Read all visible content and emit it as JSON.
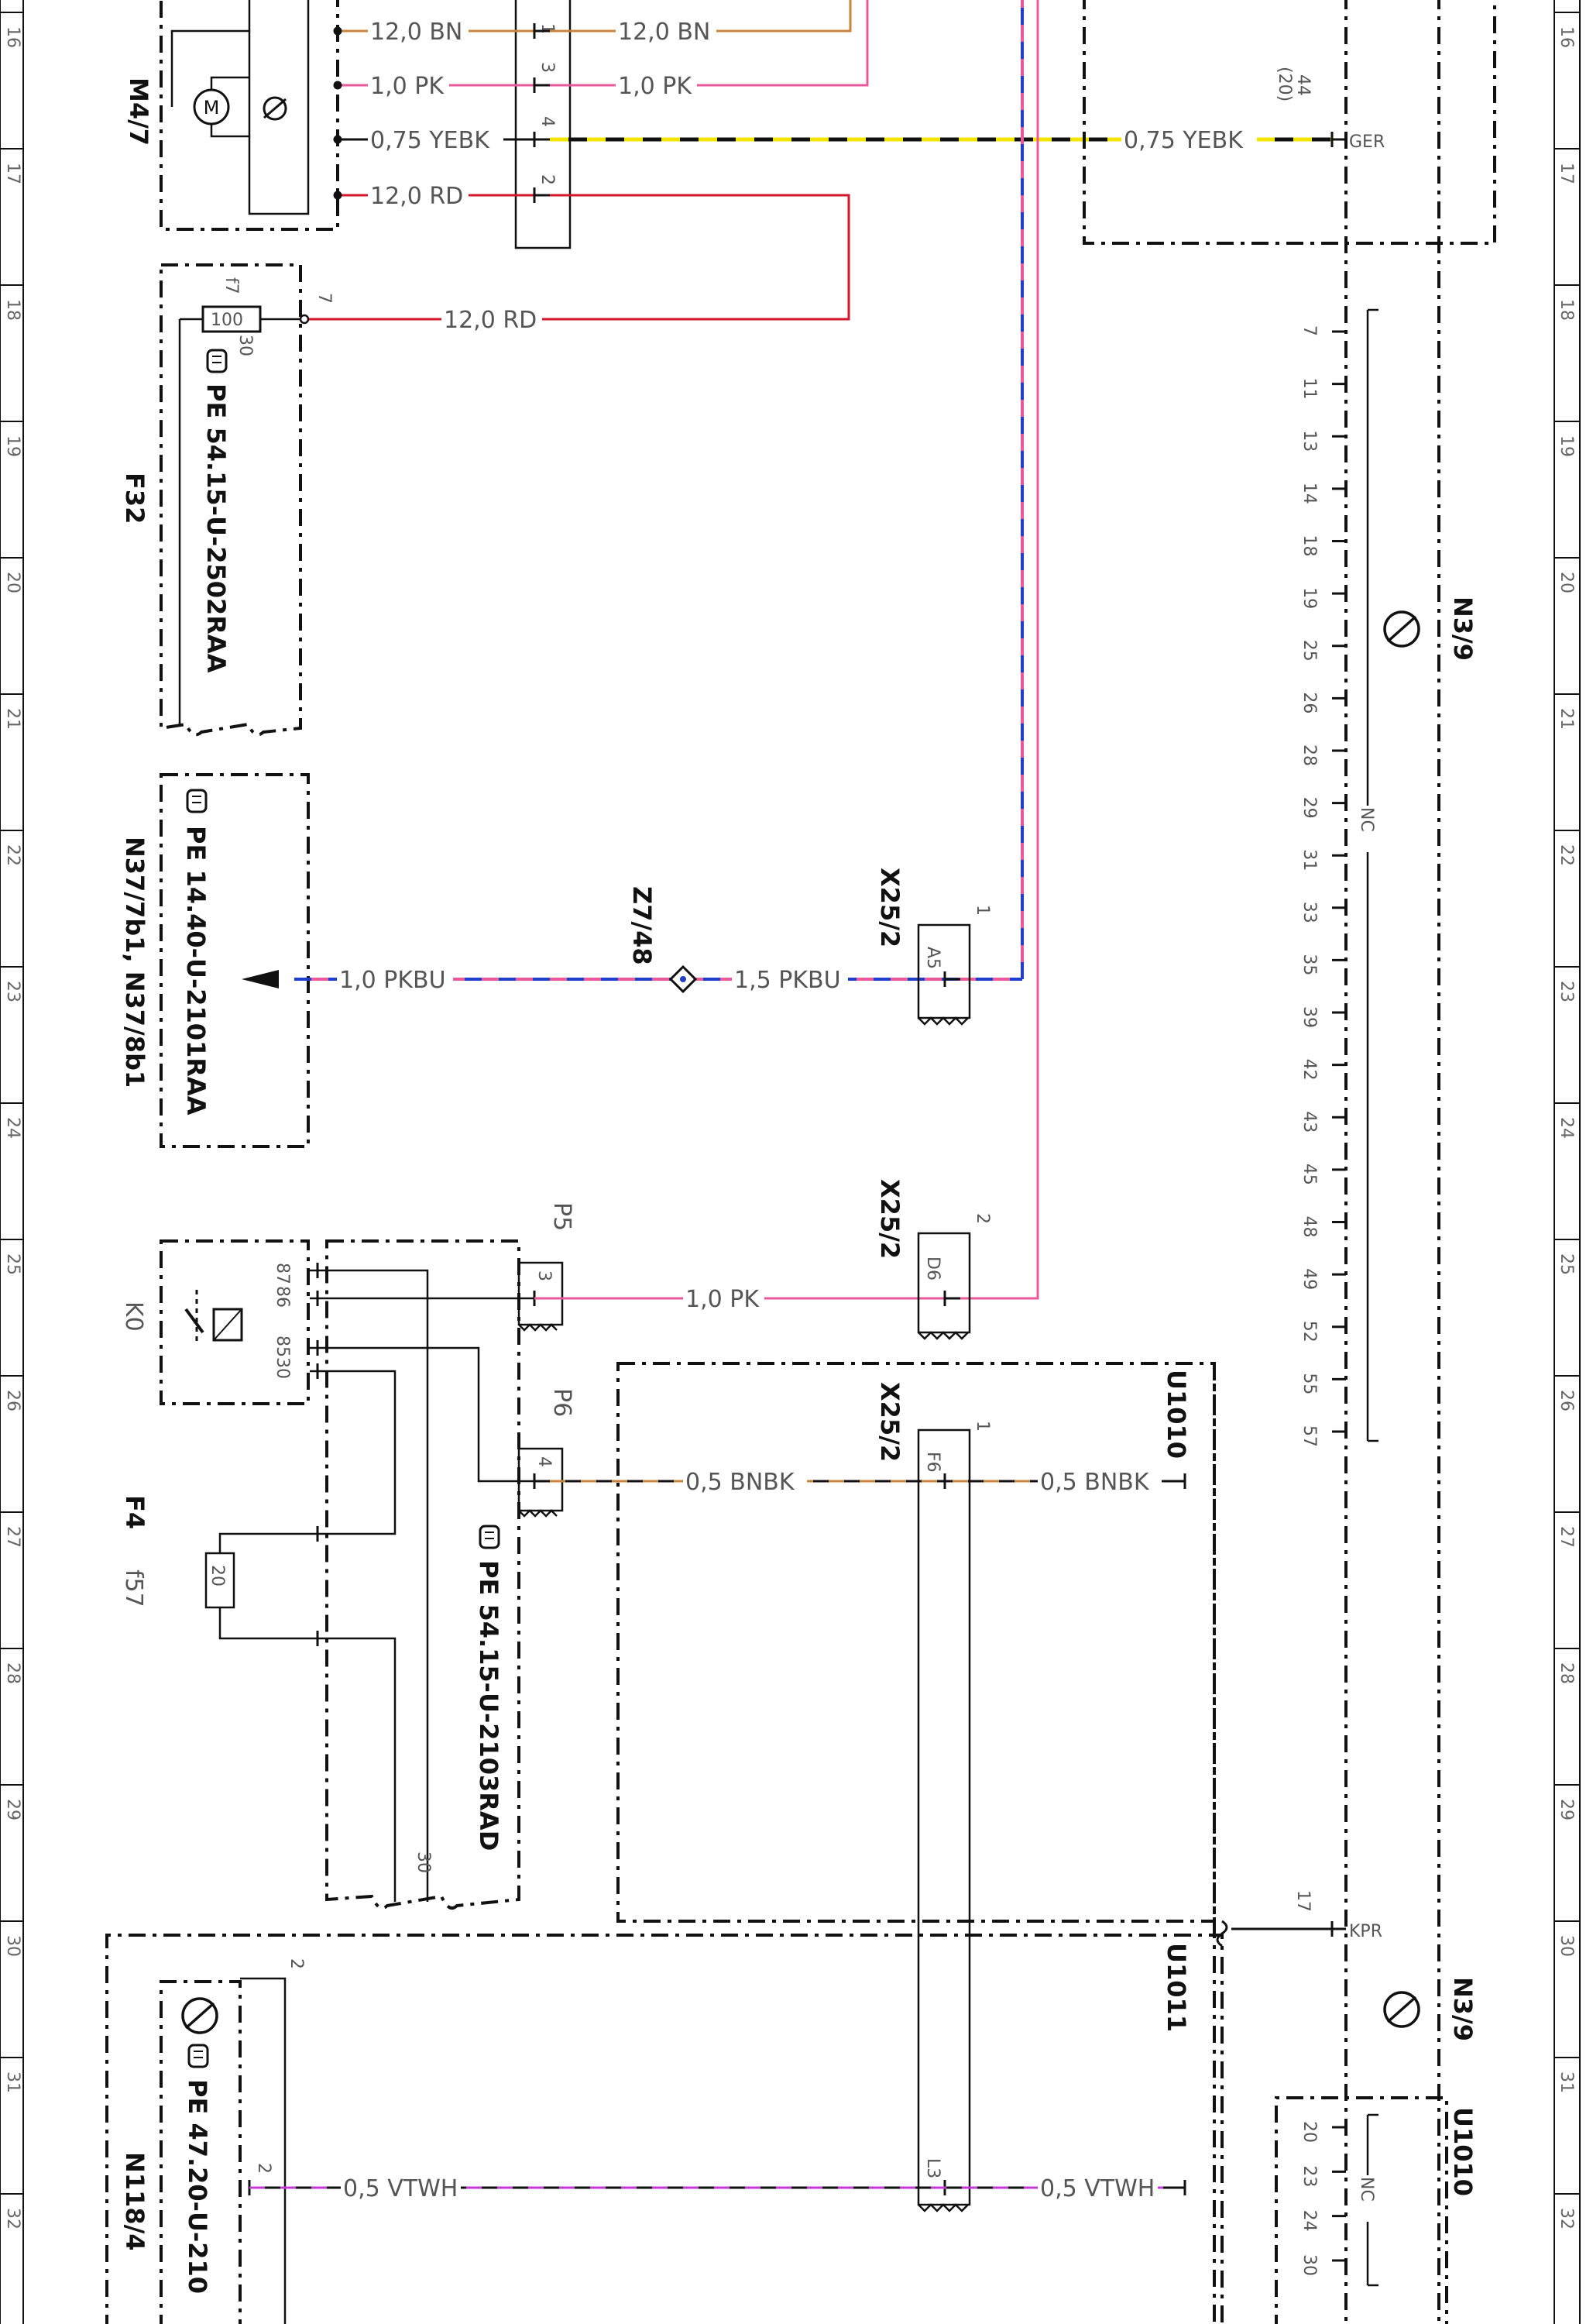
{
  "ruler": [
    "16",
    "17",
    "18",
    "19",
    "20",
    "21",
    "22",
    "23",
    "24",
    "25",
    "26",
    "27",
    "28",
    "29",
    "30",
    "31",
    "32"
  ],
  "components": {
    "m4_7": "M4/7",
    "f32": "F32",
    "f32_fuse_rating": "100",
    "f32_fuse_name": "f7",
    "f32_fuse_term": "30",
    "f32_out_pin": "7",
    "ref_f32": "PE 54.15-U-2502RAA",
    "ref_n37": "PE 14.40-U-2101RAA",
    "n37_label": "N37/7b1, N37/8b1",
    "z7_48": "Z7/48",
    "x25_2_a": "X25/2",
    "x25_2_b": "X25/2",
    "x25_2_c": "X25/2",
    "pin_a5": "A5",
    "pin_d6": "D6",
    "pin_f6": "F6",
    "pin_l3": "L3",
    "conn_a_num": "1",
    "conn_b_num": "2",
    "conn_c_num": "1",
    "k0": "K0",
    "f4": "F4",
    "f57": "f57",
    "f4_fuse_rating": "20",
    "ref_f4": "PE 54.15-U-2103RAD",
    "p5": "P5",
    "p6": "P6",
    "p5_pin": "3",
    "p6_pin": "4",
    "relay_pins": [
      "87",
      "86",
      "85",
      "30"
    ],
    "bus_30": "30",
    "u1010_a": "U1010",
    "u1011": "U1011",
    "u1010_b": "U1010",
    "n3_9_a": "N3/9",
    "n3_9_b": "N3/9",
    "n118_4": "N118/4",
    "n118_pin": "2",
    "n118_top_pin": "2",
    "ref_n118": "PE 47.20-U-210",
    "pin_44": "44",
    "pin_44_alt": "(20)",
    "ger": "GER",
    "kpr": "KPR",
    "pin_17": "17",
    "nc_a": "NC",
    "nc_b": "NC",
    "m4_pins": [
      "1",
      "3",
      "4",
      "2"
    ],
    "n3_9_pins_a": [
      "7",
      "11",
      "13",
      "14",
      "18",
      "19",
      "25",
      "26",
      "28",
      "29",
      "31",
      "33",
      "35",
      "39",
      "42",
      "43",
      "45",
      "48",
      "49",
      "52",
      "55",
      "57"
    ],
    "n3_9_pins_b": [
      "20",
      "23",
      "24",
      "30"
    ]
  },
  "wires": {
    "bn_12a": "12,0 BN",
    "bn_12b": "12,0 BN",
    "pk_10a": "1,0 PK",
    "pk_10b": "1,0 PK",
    "yebk_a": "0,75 YEBK",
    "yebk_b": "0,75 YEBK",
    "rd_12a": "12,0 RD",
    "rd_12b": "12,0 RD",
    "pkbu_10": "1,0 PKBU",
    "pkbu_15": "1,5 PKBU",
    "pk_10c": "1,0 PK",
    "bnbk_a": "0,5 BNBK",
    "bnbk_b": "0,5 BNBK",
    "vtwh_a": "0,5 VTWH",
    "vtwh_b": "0,5 VTWH"
  },
  "colors": {
    "brown": "#c8843c",
    "pink": "#e8589a",
    "yellow": "#f4e400",
    "red": "#d3162b",
    "blue": "#1f3ec9",
    "violet": "#c43ad6",
    "black": "#111111"
  }
}
